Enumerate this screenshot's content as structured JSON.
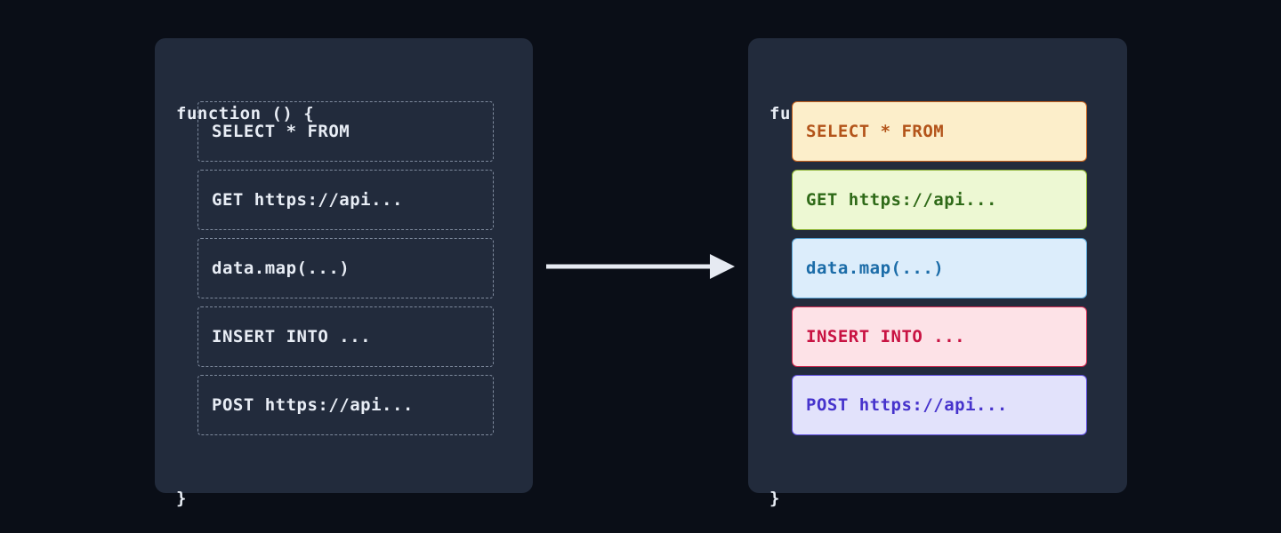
{
  "theme": {
    "background": "#0a0e17",
    "panel_bg": "#222b3c",
    "code_text": "#e8edf5",
    "dashed_border": "#7e8a9d",
    "arrow_color": "#e6eaf2"
  },
  "left_panel": {
    "title": "untagged-code-panel",
    "code_open": "function () {",
    "code_close": "}",
    "rows": [
      {
        "text": "SELECT * FROM"
      },
      {
        "text": "GET https://api..."
      },
      {
        "text": "data.map(...)"
      },
      {
        "text": "INSERT INTO ..."
      },
      {
        "text": "POST https://api..."
      }
    ]
  },
  "right_panel": {
    "title": "tagged-code-panel",
    "code_open": "function () {",
    "code_close": "}",
    "rows": [
      {
        "text": "SELECT * FROM",
        "fill": "#fceeca",
        "border": "#c4601c",
        "color": "#b3541a"
      },
      {
        "text": "GET https://api...",
        "fill": "#edf8d3",
        "border": "#8ab22e",
        "color": "#2f6a18"
      },
      {
        "text": "data.map(...)",
        "fill": "#dcedfb",
        "border": "#5ba7d8",
        "color": "#1b6ca8"
      },
      {
        "text": "INSERT INTO ...",
        "fill": "#fde2e7",
        "border": "#d32b52",
        "color": "#c81242"
      },
      {
        "text": "POST https://api...",
        "fill": "#e2e2fb",
        "border": "#5b4bdd",
        "color": "#4633cc"
      }
    ]
  },
  "arrow": {
    "label": "transform-arrow",
    "direction": "right"
  }
}
